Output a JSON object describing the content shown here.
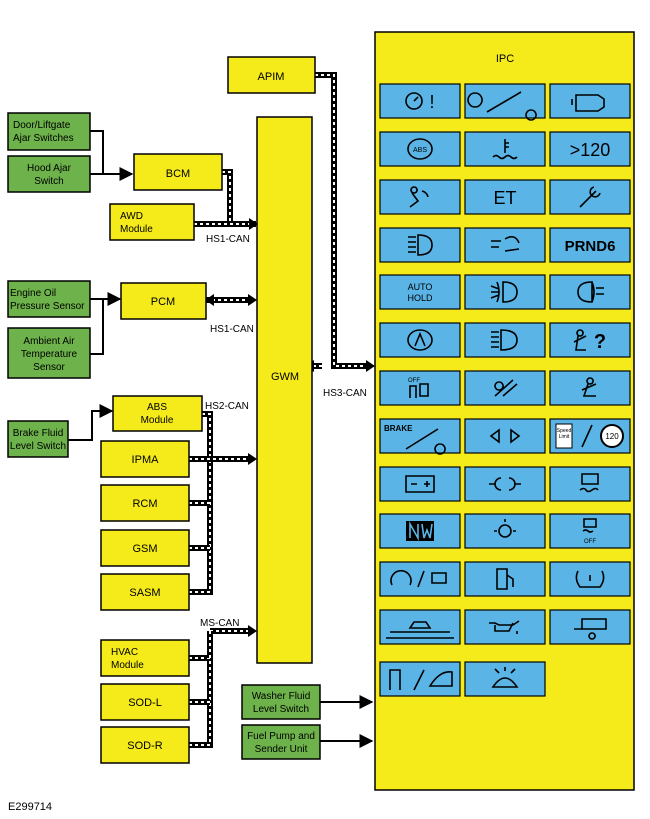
{
  "diagram": {
    "colors": {
      "module_fill": "#f5eb1a",
      "sensor_fill": "#6db24a",
      "icon_fill": "#5ab4e6",
      "stroke": "#000000",
      "bus_dash": "#ffffff"
    },
    "modules": {
      "apim": "APIM",
      "bcm": "BCM",
      "awd": [
        "AWD",
        "Module"
      ],
      "pcm": "PCM",
      "abs": [
        "ABS",
        "Module"
      ],
      "ipma": "IPMA",
      "rcm": "RCM",
      "gsm": "GSM",
      "sasm": "SASM",
      "hvac": [
        "HVAC",
        "Module"
      ],
      "sodl": "SOD-L",
      "sodr": "SOD-R",
      "gwm": "GWM",
      "ipc": "IPC"
    },
    "sensors": {
      "door": [
        "Door/Liftgate",
        "Ajar Switches"
      ],
      "hood": [
        "Hood Ajar",
        "Switch"
      ],
      "oil": [
        "Engine Oil",
        "Pressure Sensor"
      ],
      "ambient": [
        "Ambient Air",
        "Temperature",
        "Sensor"
      ],
      "brakefluid": [
        "Brake Fluid",
        "Level Switch"
      ],
      "washer": [
        "Washer Fluid",
        "Level Switch"
      ],
      "fuel": [
        "Fuel Pump and",
        "Sender Unit"
      ]
    },
    "bus_labels": {
      "hs1_top": "HS1-CAN",
      "hs1_mid": "HS1-CAN",
      "hs2": "HS2-CAN",
      "hs3": "HS3-CAN",
      "ms": "MS-CAN"
    },
    "icon_texts": {
      "r2c3": ">120",
      "r3c2": "ET",
      "r4c3": "PRND6",
      "r5c1": [
        "AUTO",
        "HOLD"
      ],
      "r6c3": "?",
      "r7c1": "OFF",
      "r8c1": "BRAKE",
      "r8c3_a": "Speed",
      "r8c3_b": "Limit",
      "r8c3_c": "120",
      "r10c3": "OFF"
    },
    "figure_id": "E299714"
  }
}
